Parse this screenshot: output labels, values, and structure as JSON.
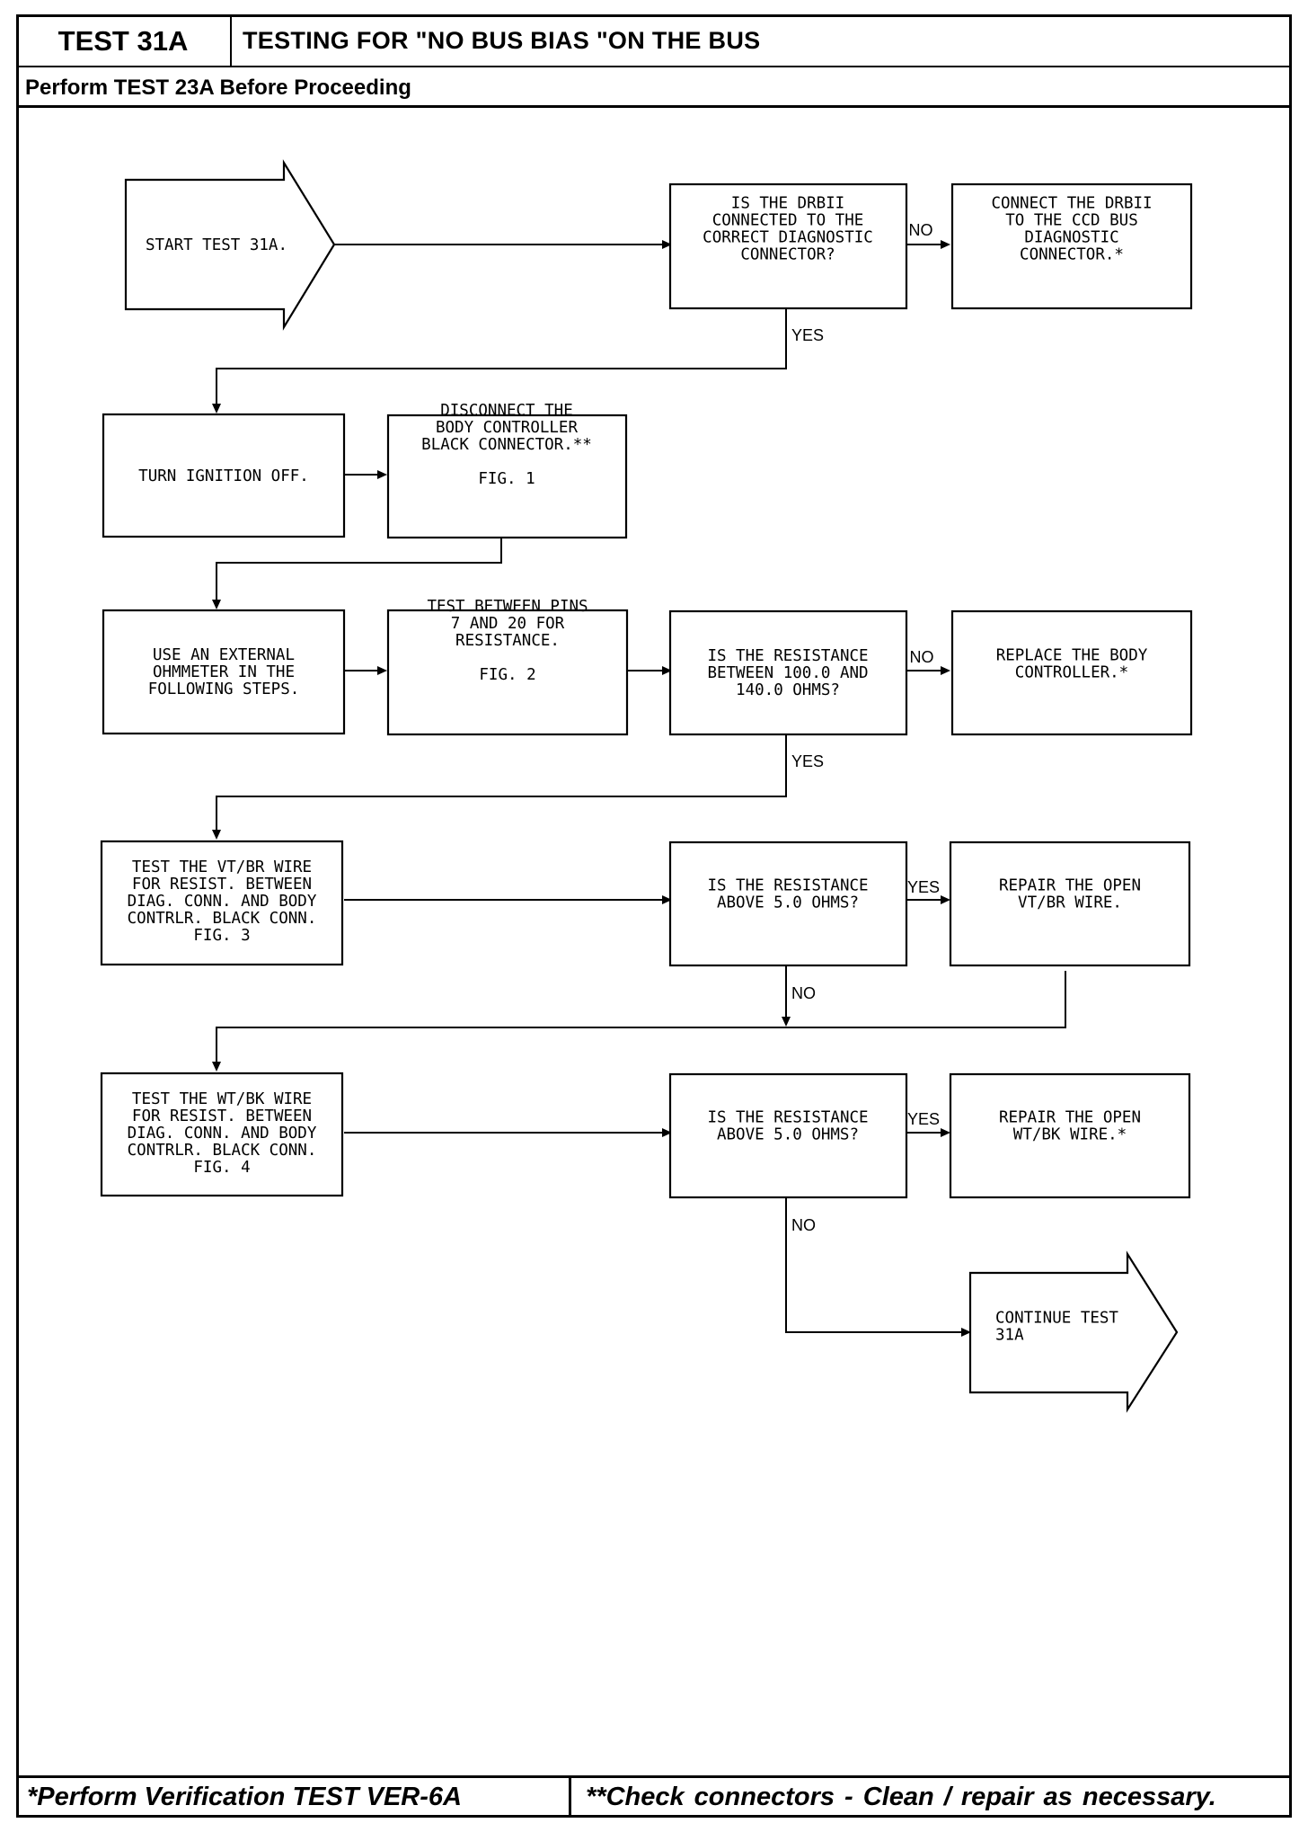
{
  "header": {
    "test_id": "TEST 31A",
    "title": "TESTING FOR \"NO BUS BIAS \"ON THE BUS",
    "subtitle": "Perform TEST 23A Before Proceeding"
  },
  "flowchart": {
    "start": [
      "START TEST 31A."
    ],
    "q_drb_connected": [
      "IS THE DRBII",
      "CONNECTED TO THE",
      "CORRECT DIAGNOSTIC",
      "CONNECTOR?"
    ],
    "connect_drb": [
      "CONNECT THE DRBII",
      "TO THE CCD BUS",
      "DIAGNOSTIC",
      "CONNECTOR.*"
    ],
    "turn_ignition_off": [
      "TURN IGNITION OFF."
    ],
    "disconnect_body": [
      "DISCONNECT THE",
      "BODY CONTROLLER",
      "BLACK CONNECTOR.**",
      "",
      "FIG. 1"
    ],
    "use_ohmmeter": [
      "USE AN EXTERNAL",
      "OHMMETER IN THE",
      "FOLLOWING STEPS."
    ],
    "test_pins": [
      "TEST BETWEEN PINS",
      "7 AND 20 FOR",
      "RESISTANCE.",
      "",
      "FIG. 2"
    ],
    "q_resistance_range": [
      "IS THE RESISTANCE",
      "BETWEEN 100.0 AND",
      "140.0 OHMS?"
    ],
    "replace_body": [
      "REPLACE THE BODY",
      "CONTROLLER.*"
    ],
    "test_vt_br": [
      "TEST THE VT/BR WIRE",
      "FOR RESIST. BETWEEN",
      "DIAG. CONN. AND BODY",
      "CONTRLR. BLACK CONN.",
      "FIG. 3"
    ],
    "q_above_5_a": [
      "IS THE RESISTANCE",
      "ABOVE 5.0 OHMS?"
    ],
    "repair_vt_br": [
      "REPAIR THE OPEN",
      "VT/BR WIRE."
    ],
    "test_wt_bk": [
      "TEST THE WT/BK WIRE",
      "FOR RESIST. BETWEEN",
      "DIAG. CONN. AND BODY",
      "CONTRLR. BLACK CONN.",
      "FIG. 4"
    ],
    "q_above_5_b": [
      "IS THE RESISTANCE",
      "ABOVE 5.0 OHMS?"
    ],
    "repair_wt_bk": [
      "REPAIR THE OPEN",
      "WT/BK WIRE.*"
    ],
    "continue": [
      "CONTINUE TEST",
      "31A"
    ],
    "labels": {
      "no_1": "NO",
      "yes_1": "YES",
      "no_2": "NO",
      "yes_2": "YES",
      "yes_3": "YES",
      "no_3": "NO",
      "yes_4": "YES",
      "no_4": "NO"
    }
  },
  "footer": {
    "left": "*Perform Verification TEST VER-6A",
    "right": "**Check connectors - Clean / repair as necessary."
  }
}
